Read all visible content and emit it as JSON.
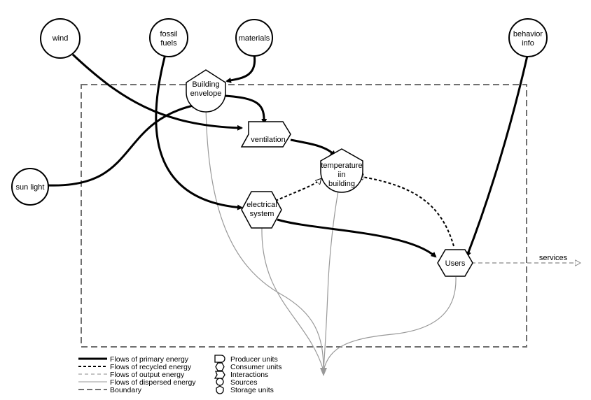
{
  "nodes": {
    "wind": "wind",
    "fossil_fuels_1": "fossil",
    "fossil_fuels_2": "fuels",
    "materials": "materials",
    "behavior_info_1": "behavior",
    "behavior_info_2": "info",
    "sun_light": "sun light",
    "building_envelope_1": "Building",
    "building_envelope_2": "envelope",
    "ventilation": "ventilation",
    "temperature_1": "temperature",
    "temperature_2": "iin",
    "temperature_3": "building",
    "electrical_1": "electrical",
    "electrical_2": "system",
    "users": "Users",
    "services": "services"
  },
  "legend_flows": [
    "Flows of primary energy",
    "Flows of recycled energy",
    "Flows of output energy",
    "Flows of dispersed energy",
    "Boundary"
  ],
  "legend_units": [
    "Producer units",
    "Consumer units",
    "Interactions",
    "Sources",
    "Storage units"
  ],
  "colors": {
    "primary_flow": "#000000",
    "recycled_flow": "#000000",
    "output_flow": "#888888",
    "dispersed_flow": "#999999",
    "boundary": "#707070"
  }
}
